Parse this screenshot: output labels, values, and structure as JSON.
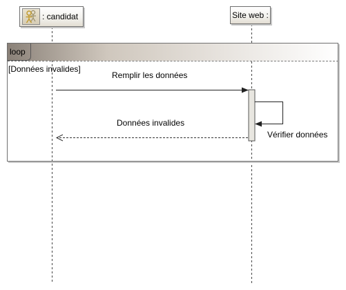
{
  "lifelines": {
    "candidat": {
      "label": ": candidat",
      "icon": "actor-icon"
    },
    "site": {
      "label": "Site web :"
    }
  },
  "fragment": {
    "operator": "loop",
    "guard": "[Données invalides]"
  },
  "messages": {
    "remplir": {
      "label": "Remplir les données",
      "kind": "synchronous"
    },
    "verifier": {
      "label": "Vérifier données",
      "kind": "self"
    },
    "invalides": {
      "label": "Données invalides",
      "kind": "return"
    }
  },
  "colors": {
    "line": "#333333",
    "frame_border": "#6e6e6e",
    "header_dark": "#8a8178",
    "activation_fill": "#e8e6e0"
  }
}
